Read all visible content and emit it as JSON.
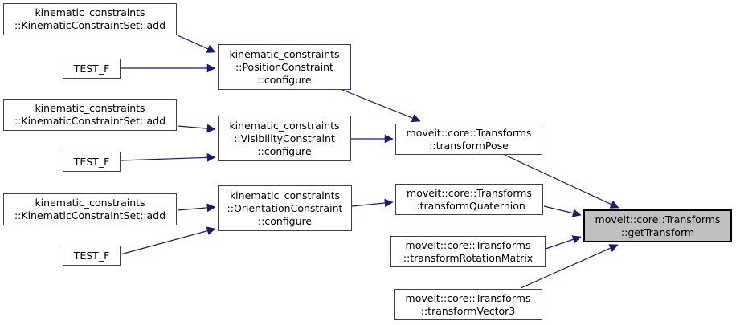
{
  "diagram": {
    "kind": "doxygen-caller-graph",
    "colors": {
      "edge": "#191970",
      "node_border": "#404040",
      "node_fill": "#ffffff",
      "highlight_fill": "#c0c0c0",
      "highlight_border": "#000000",
      "text": "#000000"
    },
    "nodes": {
      "kcs_add_1": {
        "lines": [
          "kinematic_constraints",
          "::KinematicConstraintSet::add"
        ]
      },
      "test_f_1": {
        "lines": [
          "TEST_F"
        ]
      },
      "position_configure": {
        "lines": [
          "kinematic_constraints",
          "::PositionConstraint",
          "::configure"
        ]
      },
      "kcs_add_2": {
        "lines": [
          "kinematic_constraints",
          "::KinematicConstraintSet::add"
        ]
      },
      "test_f_2": {
        "lines": [
          "TEST_F"
        ]
      },
      "visibility_configure": {
        "lines": [
          "kinematic_constraints",
          "::VisibilityConstraint",
          "::configure"
        ]
      },
      "kcs_add_3": {
        "lines": [
          "kinematic_constraints",
          "::KinematicConstraintSet::add"
        ]
      },
      "test_f_3": {
        "lines": [
          "TEST_F"
        ]
      },
      "orientation_configure": {
        "lines": [
          "kinematic_constraints",
          "::OrientationConstraint",
          "::configure"
        ]
      },
      "transform_pose": {
        "lines": [
          "moveit::core::Transforms",
          "::transformPose"
        ]
      },
      "transform_quaternion": {
        "lines": [
          "moveit::core::Transforms",
          "::transformQuaternion"
        ]
      },
      "transform_rotation_matrix": {
        "lines": [
          "moveit::core::Transforms",
          "::transformRotationMatrix"
        ]
      },
      "transform_vector3": {
        "lines": [
          "moveit::core::Transforms",
          "::transformVector3"
        ]
      },
      "get_transform": {
        "lines": [
          "moveit::core::Transforms",
          "::getTransform"
        ],
        "highlighted": true
      }
    },
    "edges": [
      {
        "from": "kcs_add_1",
        "to": "position_configure"
      },
      {
        "from": "test_f_1",
        "to": "position_configure"
      },
      {
        "from": "kcs_add_2",
        "to": "visibility_configure"
      },
      {
        "from": "test_f_2",
        "to": "visibility_configure"
      },
      {
        "from": "kcs_add_3",
        "to": "orientation_configure"
      },
      {
        "from": "test_f_3",
        "to": "orientation_configure"
      },
      {
        "from": "position_configure",
        "to": "transform_pose"
      },
      {
        "from": "visibility_configure",
        "to": "transform_pose"
      },
      {
        "from": "orientation_configure",
        "to": "transform_quaternion"
      },
      {
        "from": "transform_pose",
        "to": "get_transform"
      },
      {
        "from": "transform_quaternion",
        "to": "get_transform"
      },
      {
        "from": "transform_rotation_matrix",
        "to": "get_transform"
      },
      {
        "from": "transform_vector3",
        "to": "get_transform"
      }
    ]
  }
}
